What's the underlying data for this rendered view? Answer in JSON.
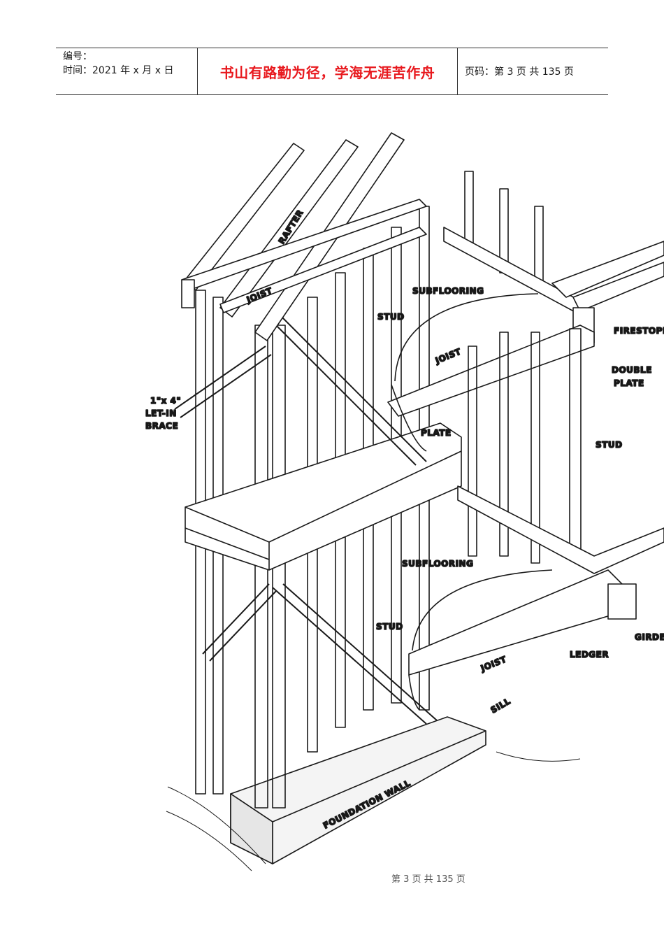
{
  "header": {
    "number_label": "编号：",
    "time_label": "时间：2021 年 x 月 x 日",
    "motto": "书山有路勤为径，学海无涯苦作舟",
    "page_info": "页码：第 3 页  共 135 页"
  },
  "figure": {
    "labels": {
      "rafter": "RAFTER",
      "joist_top": "JOIST",
      "stud_top": "STUD",
      "brace_line1": "1\"x 4\"",
      "brace_line2": "LET-IN",
      "brace_line3": "BRACE",
      "subflooring_top": "SUBFLOORING",
      "joist_mid": "JOIST",
      "firestop": "FIRESTOPP",
      "double_line1": "DOUBLE",
      "double_line2": "PLATE",
      "plate": "PLATE",
      "stud_right": "STUD",
      "subflooring_bottom": "SUBFLOORING",
      "stud_bottom": "STUD",
      "girder": "GIRDE",
      "ledger": "LEDGER",
      "joist_bottom": "JOIST",
      "sill": "SILL",
      "foundation_wall": "FOUNDATION WALL"
    }
  },
  "footer": {
    "page_text": "第 3 页  共 135 页"
  }
}
